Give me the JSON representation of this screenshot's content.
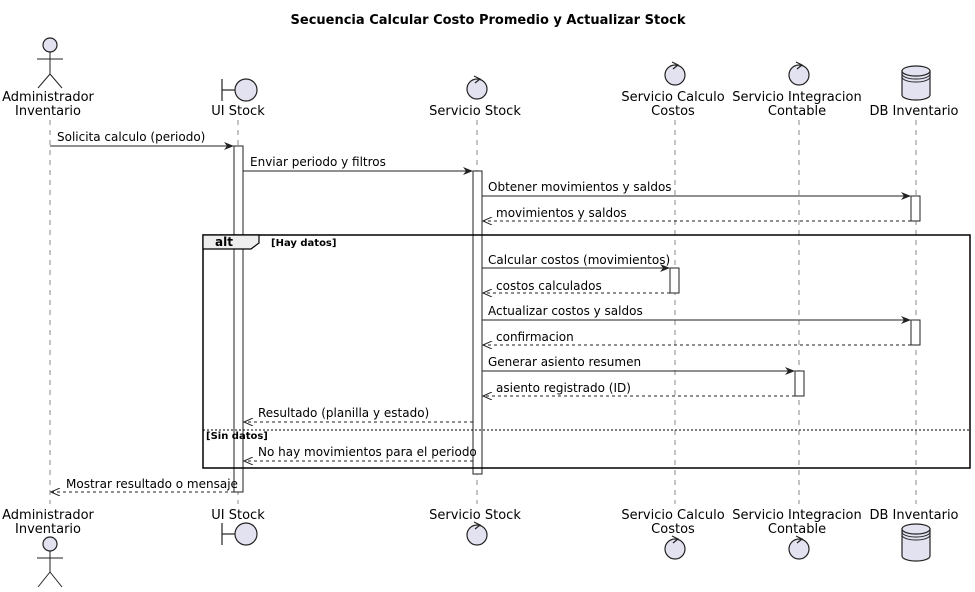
{
  "title": "Secuencia Calcular Costo Promedio y Actualizar Stock",
  "participants": [
    {
      "id": "admin",
      "type": "actor",
      "lines": [
        "Administrador",
        "Inventario"
      ]
    },
    {
      "id": "ui",
      "type": "boundary",
      "lines": [
        "UI Stock"
      ]
    },
    {
      "id": "svc",
      "type": "control",
      "lines": [
        "Servicio Stock"
      ]
    },
    {
      "id": "calc",
      "type": "control",
      "lines": [
        "Servicio Calculo",
        "Costos"
      ]
    },
    {
      "id": "integ",
      "type": "control",
      "lines": [
        "Servicio Integracion",
        "Contable"
      ]
    },
    {
      "id": "db",
      "type": "database",
      "lines": [
        "DB Inventario"
      ]
    }
  ],
  "messages": [
    {
      "from": "admin",
      "to": "ui",
      "text": "Solicita calculo (periodo)",
      "style": "solid"
    },
    {
      "from": "ui",
      "to": "svc",
      "text": "Enviar periodo y filtros",
      "style": "solid"
    },
    {
      "from": "svc",
      "to": "db",
      "text": "Obtener movimientos y saldos",
      "style": "solid"
    },
    {
      "from": "db",
      "to": "svc",
      "text": "movimientos y saldos",
      "style": "dashed"
    },
    {
      "from": "svc",
      "to": "calc",
      "text": "Calcular costos (movimientos)",
      "style": "solid"
    },
    {
      "from": "calc",
      "to": "svc",
      "text": "costos calculados",
      "style": "dashed"
    },
    {
      "from": "svc",
      "to": "db",
      "text": "Actualizar costos y saldos",
      "style": "solid"
    },
    {
      "from": "db",
      "to": "svc",
      "text": "confirmacion",
      "style": "dashed"
    },
    {
      "from": "svc",
      "to": "integ",
      "text": "Generar asiento resumen",
      "style": "solid"
    },
    {
      "from": "integ",
      "to": "svc",
      "text": "asiento registrado (ID)",
      "style": "dashed"
    },
    {
      "from": "svc",
      "to": "ui",
      "text": "Resultado (planilla y estado)",
      "style": "dashed"
    },
    {
      "from": "svc",
      "to": "ui",
      "text": "No hay movimientos para el periodo",
      "style": "dashed"
    },
    {
      "from": "ui",
      "to": "admin",
      "text": "Mostrar resultado o mensaje",
      "style": "dashed"
    }
  ],
  "fragment": {
    "keyword": "alt",
    "guards": [
      "[Hay datos]",
      "[Sin datos]"
    ]
  }
}
